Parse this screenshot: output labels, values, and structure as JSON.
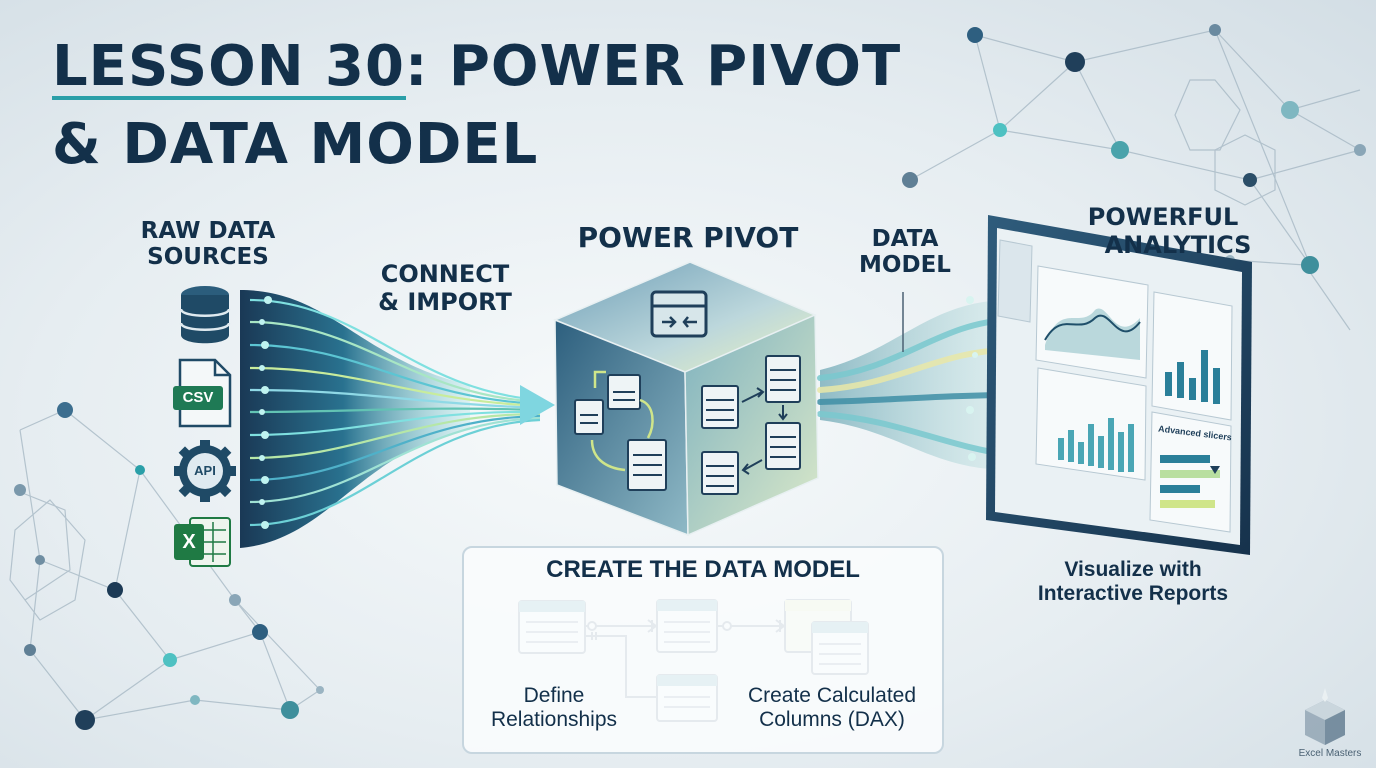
{
  "title": {
    "line1": "LESSON 30: POWER PIVOT",
    "line2": "& DATA MODEL"
  },
  "labels": {
    "raw_sources": [
      "RAW DATA",
      "SOURCES"
    ],
    "connect": [
      "CONNECT",
      "& IMPORT"
    ],
    "power_pivot": "POWER PIVOT",
    "data_model": [
      "DATA",
      "MODEL"
    ],
    "analytics": [
      "POWERFUL",
      "ANALYTICS"
    ],
    "visualize": [
      "Visualize with",
      "Interactive Reports"
    ]
  },
  "sources": {
    "csv": "CSV",
    "api": "API",
    "excel": "X"
  },
  "model_panel": {
    "title": "CREATE THE DATA MODEL",
    "relationships": [
      "Define",
      "Relationships"
    ],
    "calculated": [
      "Create Calculated",
      "Columns (DAX)"
    ]
  },
  "dashboard": {
    "slicers_label": "Advanced slicers"
  },
  "brand": "Excel Masters",
  "colors": {
    "navy": "#13304a",
    "teal": "#2a9fa8",
    "green": "#1f7a44",
    "lime": "#cfe58a"
  }
}
